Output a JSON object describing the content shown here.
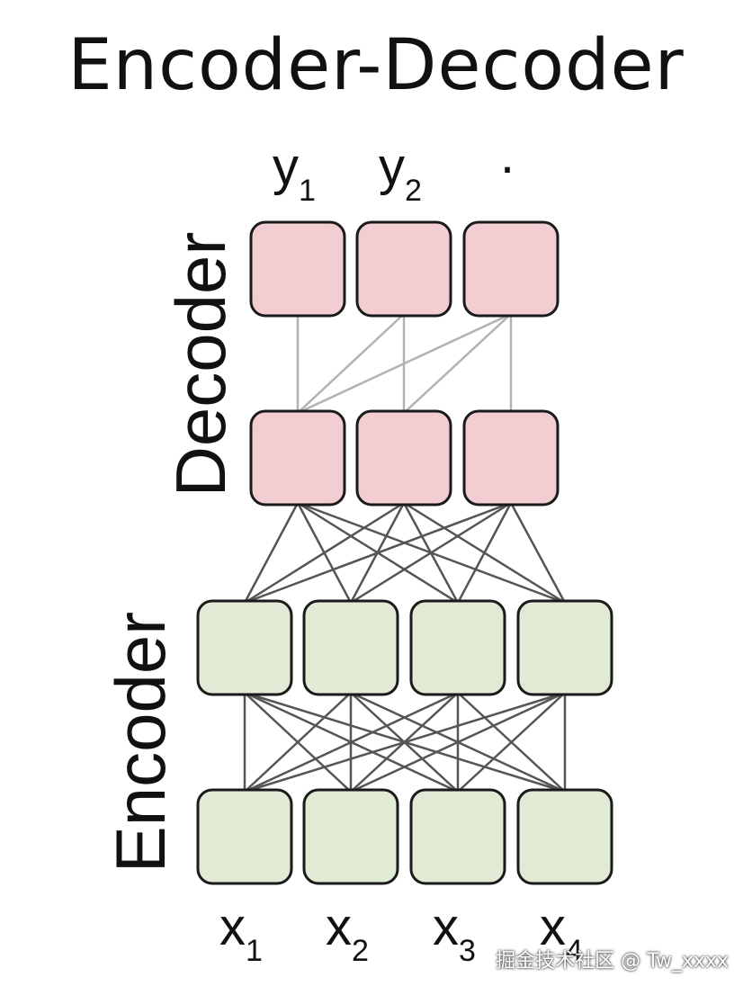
{
  "title": "Encoder-Decoder",
  "watermark": "掘金技术社区 @ Tw_xxxx",
  "diagram": {
    "side_labels": {
      "decoder": "Decoder",
      "encoder": "Encoder"
    },
    "outputs": [
      {
        "base": "y",
        "sub": "1"
      },
      {
        "base": "y",
        "sub": "2"
      },
      {
        "base": "·",
        "sub": ""
      }
    ],
    "inputs": [
      {
        "base": "x",
        "sub": "1"
      },
      {
        "base": "x",
        "sub": "2"
      },
      {
        "base": "x",
        "sub": "3"
      },
      {
        "base": "x",
        "sub": "4"
      }
    ],
    "layers": [
      {
        "id": "encoder-bottom",
        "group": "encoder",
        "count": 4
      },
      {
        "id": "encoder-top",
        "group": "encoder",
        "count": 4
      },
      {
        "id": "decoder-bottom",
        "group": "decoder",
        "count": 3
      },
      {
        "id": "decoder-top",
        "group": "decoder",
        "count": 3
      }
    ],
    "connections": [
      {
        "from": "encoder-bottom",
        "to": "encoder-top",
        "pattern": "all-to-all",
        "style": "dark"
      },
      {
        "from": "encoder-top",
        "to": "decoder-bottom",
        "pattern": "all-to-all",
        "style": "dark"
      },
      {
        "from": "decoder-bottom",
        "to": "decoder-top",
        "pattern": "causal",
        "style": "light"
      }
    ],
    "colors": {
      "decoder_fill": "#f2cdd1",
      "encoder_fill": "#e0ead5",
      "stroke": "#1a1a1a"
    }
  }
}
